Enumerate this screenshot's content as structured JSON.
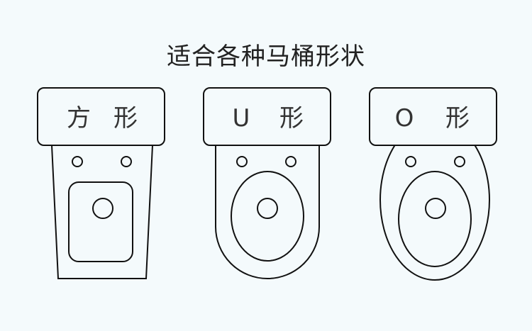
{
  "title": "适合各种马桶形状",
  "toilets": [
    {
      "shape": "方",
      "suffix": "形"
    },
    {
      "shape": "U",
      "suffix": "形"
    },
    {
      "shape": "O",
      "suffix": "形"
    }
  ],
  "colors": {
    "background": "#f4fafc",
    "stroke": "#111111",
    "fill": "#f4fafc"
  }
}
